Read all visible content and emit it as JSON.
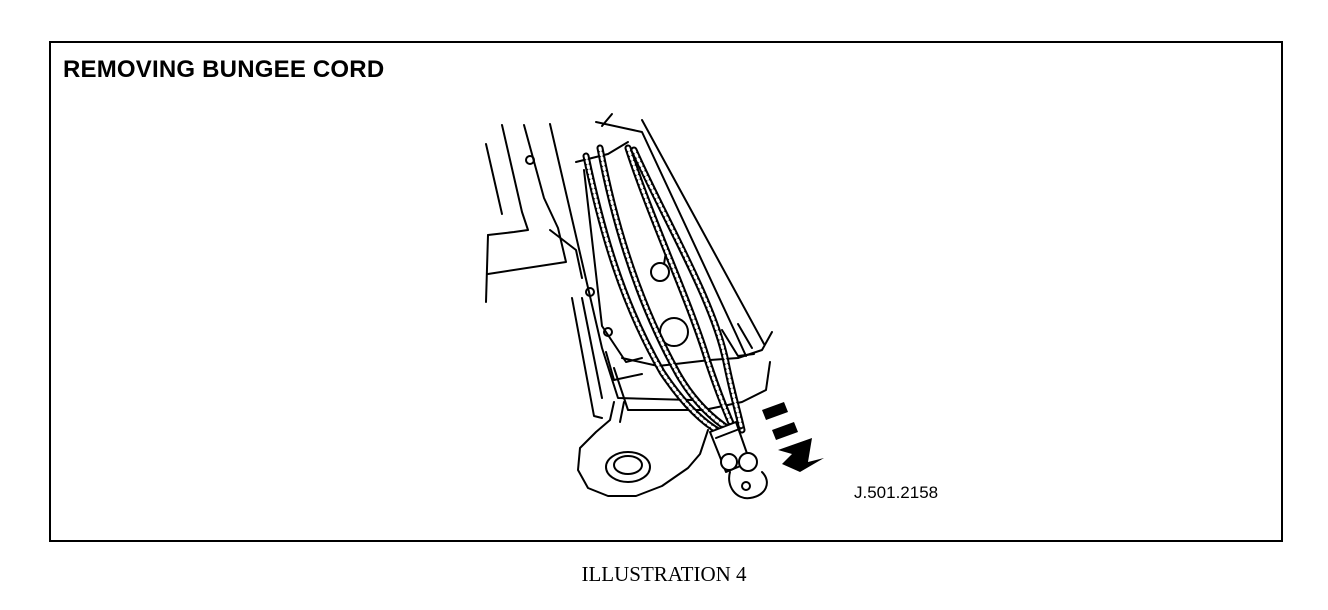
{
  "panel": {
    "title": "REMOVING BUNGEE CORD",
    "figure_code": "J.501.2158"
  },
  "caption": "ILLUSTRATION 4"
}
